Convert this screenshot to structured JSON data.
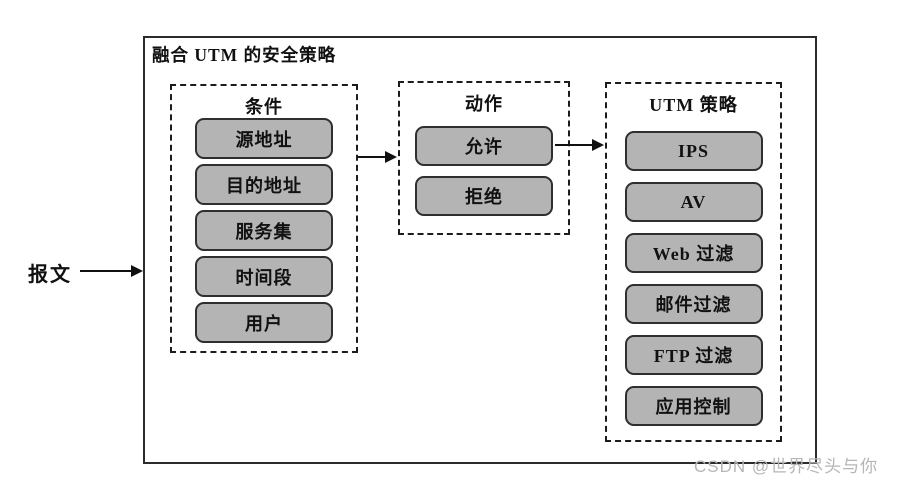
{
  "outer_title": "融合 UTM 的安全策略",
  "packet_label": "报文",
  "groups": [
    {
      "title": "条件",
      "items": [
        "源地址",
        "目的地址",
        "服务集",
        "时间段",
        "用户"
      ]
    },
    {
      "title": "动作",
      "items": [
        "允许",
        "拒绝"
      ]
    },
    {
      "title": "UTM 策略",
      "items": [
        "IPS",
        "AV",
        "Web 过滤",
        "邮件过滤",
        "FTP 过滤",
        "应用控制"
      ]
    }
  ],
  "watermark": "CSDN @世界尽头与你",
  "colors": {
    "node_fill": "#b4b4b4",
    "node_border": "#2f2f2f",
    "line": "#111111",
    "watermark": "#b6b6b6",
    "background": "#ffffff"
  }
}
